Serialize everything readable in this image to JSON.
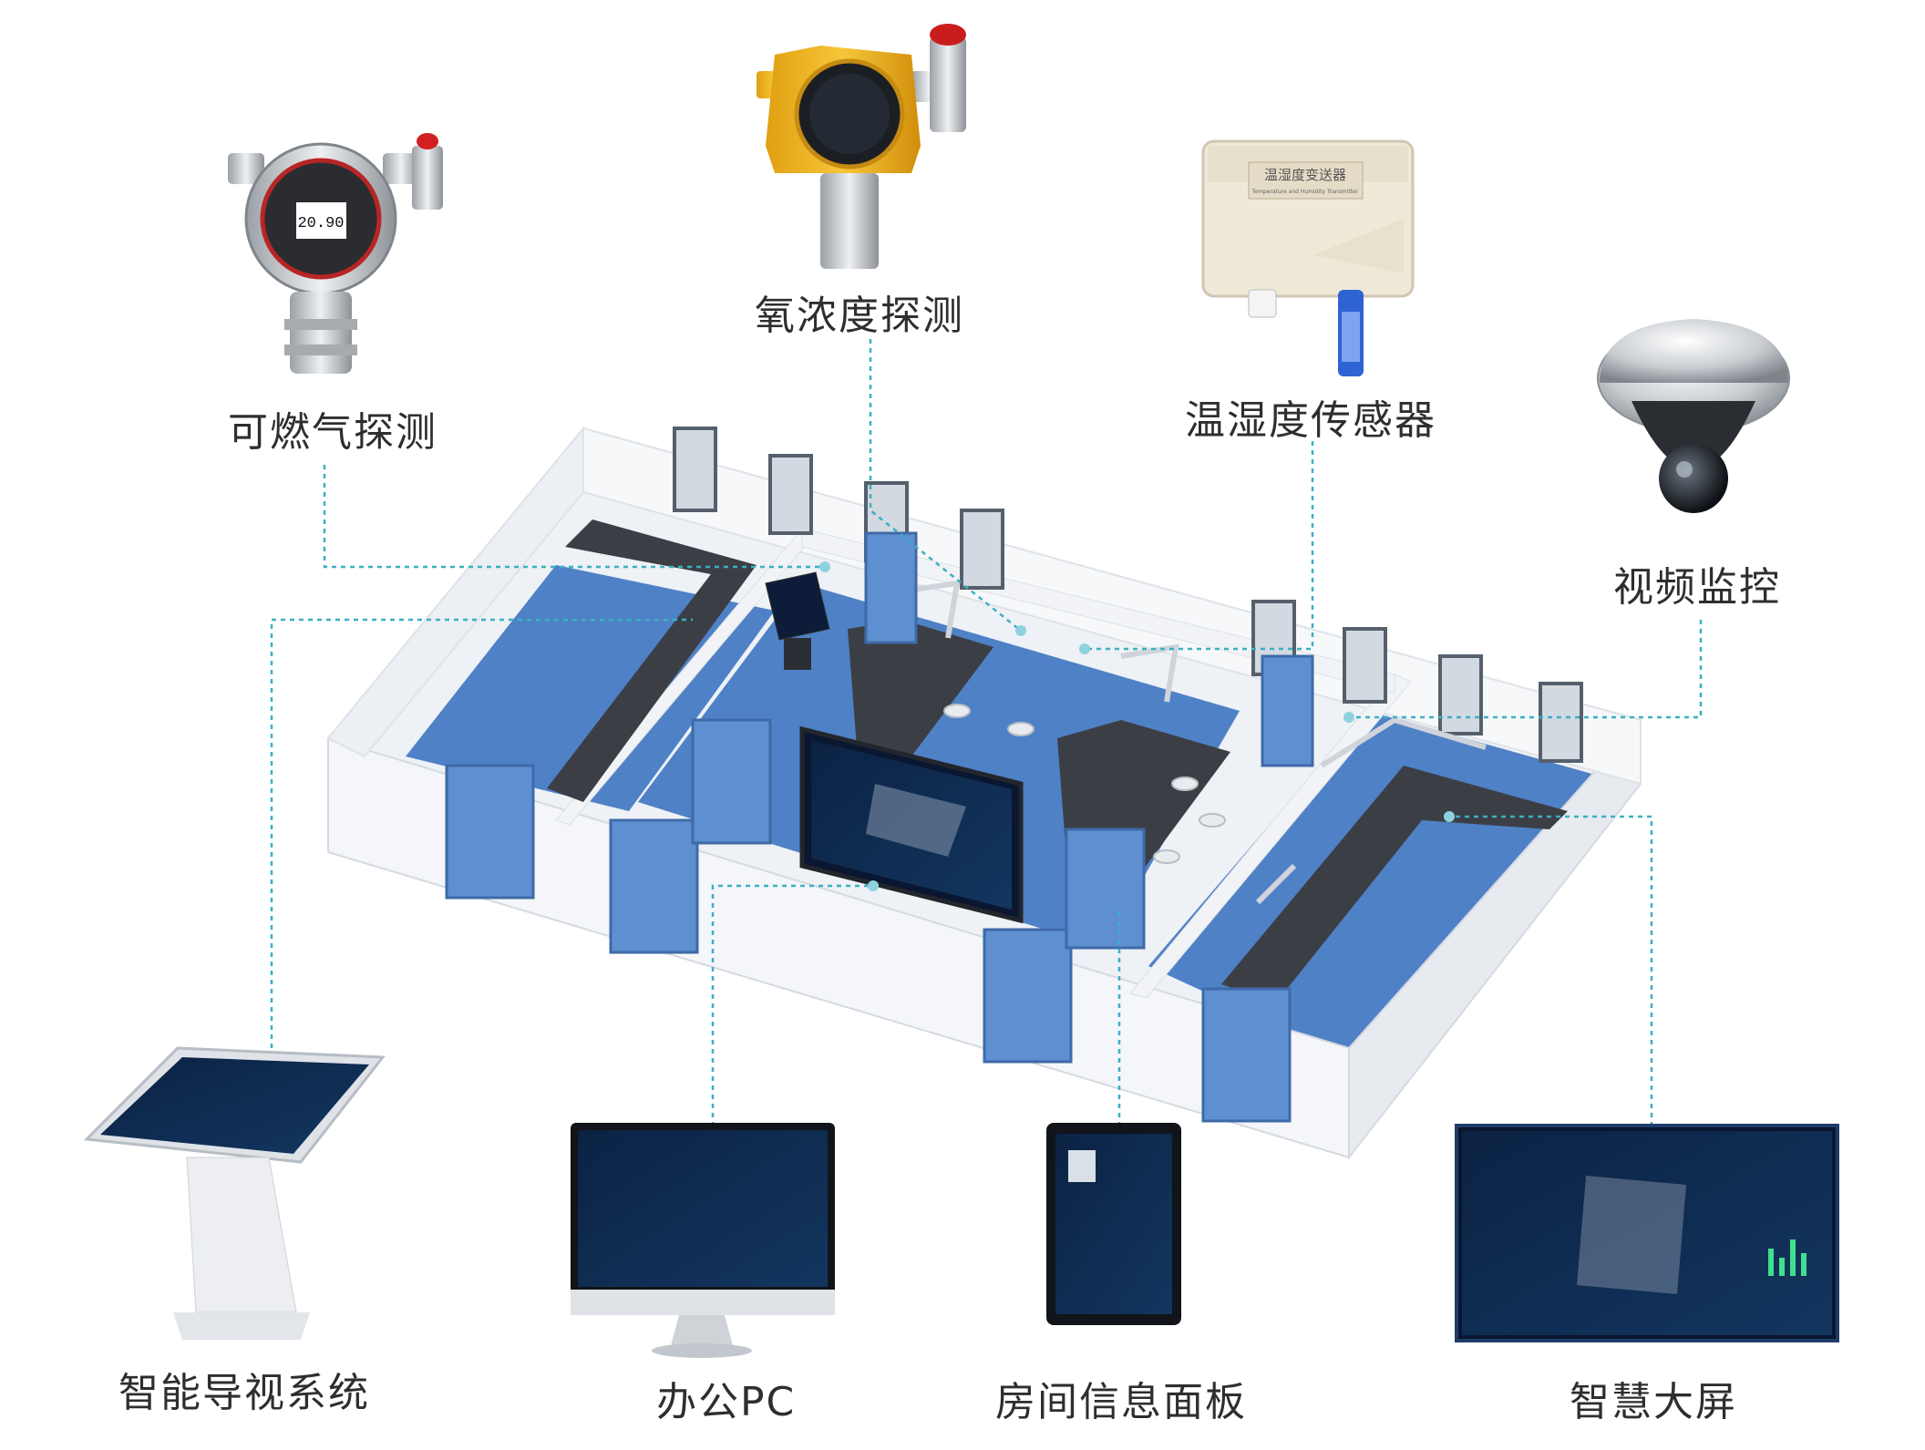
{
  "labels": {
    "combustible": "可燃气探测",
    "oxygen": "氧浓度探测",
    "temp_humidity": "温湿度传感器",
    "video": "视频监控",
    "kiosk": "智能导视系统",
    "office_pc": "办公PC",
    "room_panel": "房间信息面板",
    "big_screen": "智慧大屏"
  },
  "device_text": {
    "gas_display": "20.90",
    "th_plate": "温湿度变送器",
    "th_plate_sub": "Temperature and Humidity Transmitter"
  },
  "colors": {
    "floor_blue": "#4f81c7",
    "wall_white": "#f4f6f9",
    "connector_teal": "#3ab0c4",
    "door_blue": "#5d8fd1",
    "bench_dark": "#3b3f45",
    "screen_dark": "#0d1c38"
  },
  "icons": [
    "gas-detector-icon",
    "oxygen-detector-icon",
    "temp-humidity-sensor-icon",
    "dome-camera-icon",
    "kiosk-icon",
    "monitor-icon",
    "tablet-icon",
    "big-screen-icon"
  ]
}
